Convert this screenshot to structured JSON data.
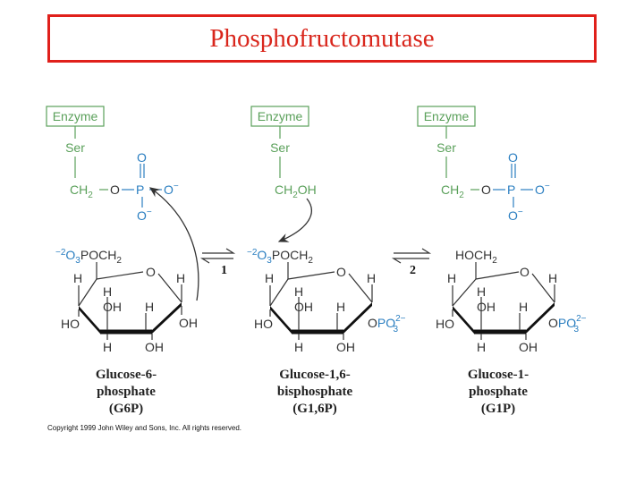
{
  "title": "Phosphofructomutase",
  "colors": {
    "title": "#d9261c",
    "border": "#e0201b",
    "enzyme": "#5aa05a",
    "phosphate": "#2b7fc1",
    "text": "#333333"
  },
  "enzyme_label": "Enzyme",
  "serine_label": "Ser",
  "enzyme_groups": {
    "g1": {
      "ch2": "CH",
      "sub": "2",
      "o": "O",
      "p": "P",
      "o_top": "O",
      "o_right": "O",
      "o_bottom": "O",
      "minus": "−"
    },
    "g2": {
      "ch2oh": "CH",
      "sub": "2",
      "oh": "OH"
    },
    "g3": {
      "ch2": "CH",
      "sub": "2",
      "o": "O",
      "p": "P",
      "o_top": "O",
      "o_right": "O",
      "o_bottom": "O",
      "minus": "−"
    }
  },
  "atoms": {
    "H": "H",
    "O": "O",
    "OH": "OH",
    "HO": "HO"
  },
  "ring_phosphate": {
    "charge": "−2",
    "o3p": "O",
    "sub3": "3",
    "p": "POCH",
    "sub2": "2"
  },
  "right_phosphate": {
    "o": "O",
    "po": "PO",
    "charge": "2−",
    "sub3": "3"
  },
  "hoch2": {
    "text": "HOCH",
    "sub": "2"
  },
  "arrows": {
    "step1": "1",
    "step2": "2"
  },
  "molecules": [
    {
      "line1": "Glucose-6-",
      "line2": "phosphate",
      "line3": "(G6P)"
    },
    {
      "line1": "Glucose-1,6-",
      "line2": "bisphosphate",
      "line3": "(G1,6P)"
    },
    {
      "line1": "Glucose-1-",
      "line2": "phosphate",
      "line3": "(G1P)"
    }
  ],
  "copyright": "Copyright 1999 John Wiley and Sons, Inc. All rights reserved."
}
